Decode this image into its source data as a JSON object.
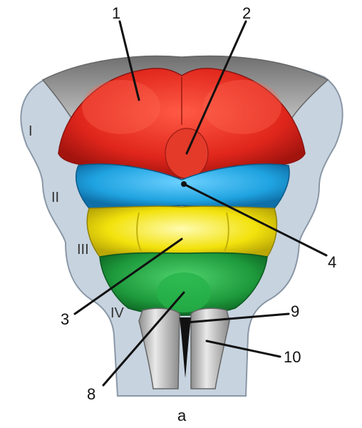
{
  "figure": {
    "caption": "a",
    "callouts": [
      {
        "id": "1",
        "label": "1"
      },
      {
        "id": "2",
        "label": "2"
      },
      {
        "id": "3",
        "label": "3"
      },
      {
        "id": "4",
        "label": "4"
      },
      {
        "id": "8",
        "label": "8"
      },
      {
        "id": "9",
        "label": "9"
      },
      {
        "id": "10",
        "label": "10"
      }
    ],
    "regions": [
      {
        "id": "I",
        "label": "I"
      },
      {
        "id": "II",
        "label": "II"
      },
      {
        "id": "III",
        "label": "III"
      },
      {
        "id": "IV",
        "label": "IV"
      }
    ],
    "colors": {
      "background_tissue": "#c7d3df",
      "segment_1": "#e0261c",
      "segment_2": "#1fa3e0",
      "segment_3": "#f2e20c",
      "segment_4": "#1e9a3c",
      "brainstem": "#b9b9b9"
    }
  }
}
